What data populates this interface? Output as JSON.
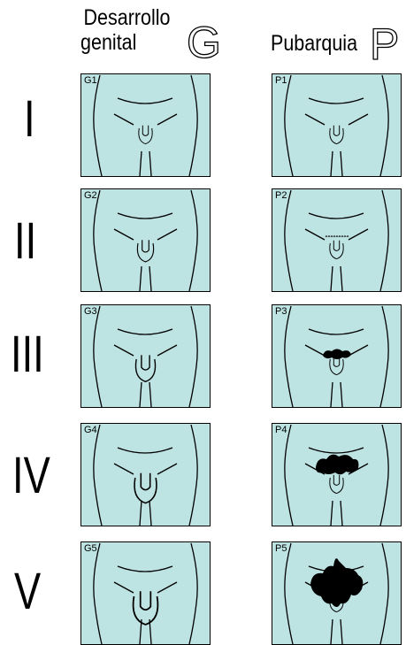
{
  "headers": {
    "genital": {
      "line1": "Desarrollo",
      "line2": "genital",
      "letter": "G"
    },
    "pubic": {
      "line1": "Pubarquia",
      "letter": "P"
    }
  },
  "stages": [
    {
      "roman": "I",
      "g_label": "G1",
      "p_label": "P1",
      "g_level": 1,
      "p_level": 1
    },
    {
      "roman": "II",
      "g_label": "G2",
      "p_label": "P2",
      "g_level": 2,
      "p_level": 2
    },
    {
      "roman": "III",
      "g_label": "G3",
      "p_label": "P3",
      "g_level": 3,
      "p_level": 3
    },
    {
      "roman": "IV",
      "g_label": "G4",
      "p_label": "P4",
      "g_level": 4,
      "p_level": 4
    },
    {
      "roman": "V",
      "g_label": "G5",
      "p_label": "P5",
      "g_level": 5,
      "p_level": 5
    }
  ],
  "colors": {
    "panel_fill": "#bde3e2",
    "stroke": "#000000",
    "hair": "#000000"
  }
}
